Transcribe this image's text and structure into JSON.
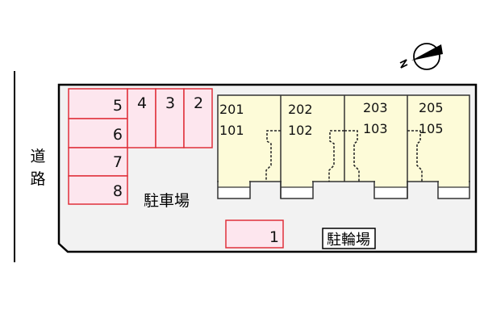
{
  "road": {
    "label_1": "道",
    "label_2": "路"
  },
  "parking_area_label": "駐車場",
  "bicycle_parking_label": "駐輪場",
  "parking_spaces": [
    "1",
    "2",
    "3",
    "4",
    "5",
    "6",
    "7",
    "8"
  ],
  "units": [
    {
      "upper": "201",
      "lower": "101"
    },
    {
      "upper": "202",
      "lower": "102"
    },
    {
      "upper": "203",
      "lower": "103"
    },
    {
      "upper": "205",
      "lower": "105"
    }
  ],
  "compass": {
    "label": "N",
    "icon": "north-arrow-icon"
  },
  "colors": {
    "parking_fill": "#fde6ee",
    "parking_stroke": "#e0303a",
    "building_fill": "#fdfbd8",
    "ground": "#f2f2f2"
  }
}
